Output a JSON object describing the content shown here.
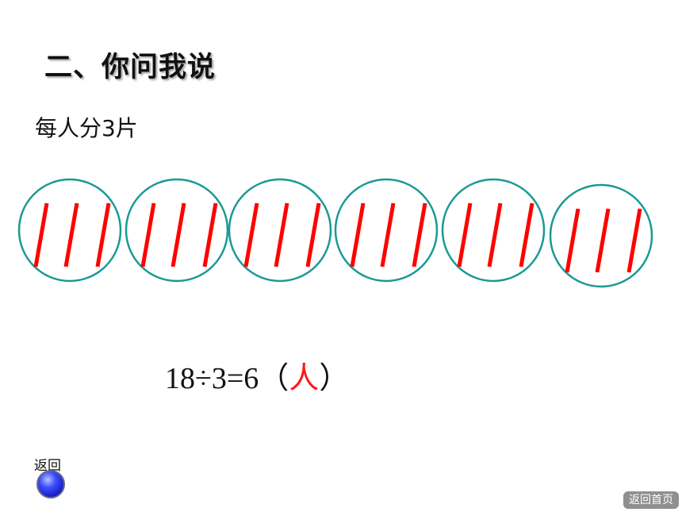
{
  "heading": "二、你问我说",
  "subtitle": "每人分3片",
  "illustration": {
    "group_count": 6,
    "items_per_group": 3,
    "circle_color": "#1a9a94",
    "stroke_color": "#ff0000"
  },
  "equation": {
    "expression": "18÷3=6",
    "open_paren": "（",
    "unit": "人",
    "close_paren": "）",
    "unit_color": "#ff1a1a"
  },
  "back": {
    "label": "返回"
  },
  "home_button": {
    "label": "返回首页"
  }
}
